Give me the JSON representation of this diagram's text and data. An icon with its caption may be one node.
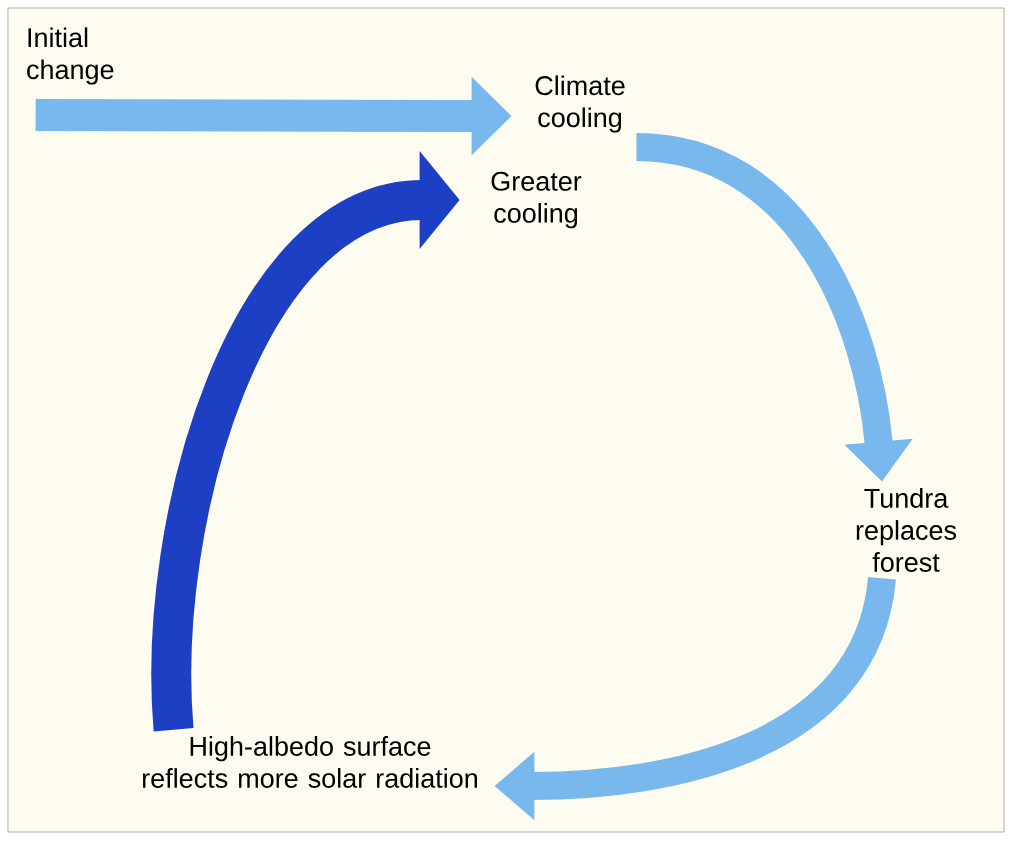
{
  "diagram": {
    "nodes": [
      {
        "text": [
          "Initial change"
        ]
      },
      {
        "text": [
          "Climate cooling"
        ]
      },
      {
        "text": [
          "Greater cooling"
        ]
      },
      {
        "text": [
          "Tundra replaces forest"
        ]
      },
      {
        "text": [
          "High-albedo surface reflects more solar radiation"
        ]
      }
    ],
    "edges": [
      {
        "from": 0,
        "to": 1,
        "arrow": "to"
      },
      {
        "from": 1,
        "to": 3,
        "arrow": "to"
      },
      {
        "from": 3,
        "to": 4,
        "arrow": "to"
      },
      {
        "from": 4,
        "to": 2,
        "arrow": "to",
        "color": "#1c3fc4"
      }
    ]
  }
}
